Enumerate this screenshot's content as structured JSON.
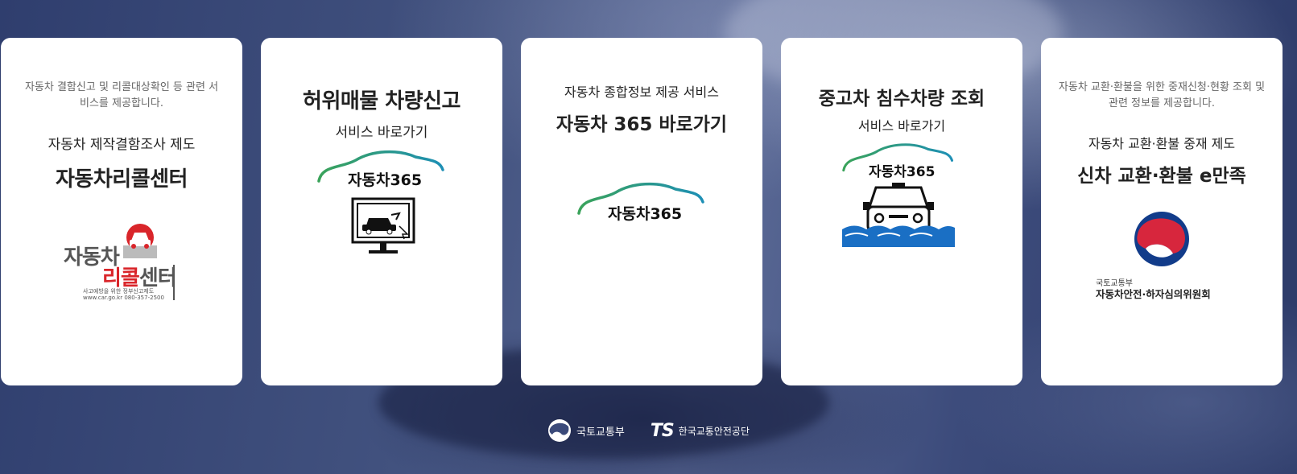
{
  "cards": [
    {
      "desc": "자동차 결함신고 및 리콜대상확인 등 관련 서비스를 제공합니다.",
      "sub": "자동차 제작결함조사 제도",
      "title": "자동차리콜센터",
      "logo": {
        "line1": "자동차",
        "line2": "리콜",
        "line3": "센터",
        "small1": "사고예방을 위한 정부신고제도",
        "small2": "www.car.go.kr  080-357-2500",
        "icon": "car-siren-icon"
      }
    },
    {
      "title": "허위매물 차량신고",
      "sub": "서비스 바로가기",
      "logo": {
        "text": "자동차365",
        "icon": "monitor-car-icon"
      }
    },
    {
      "sub": "자동차 종합정보 제공 서비스",
      "title": "자동차 365 바로가기",
      "logo": {
        "text": "자동차365"
      }
    },
    {
      "title": "중고차 침수차량 조회",
      "sub": "서비스 바로가기",
      "logo": {
        "text": "자동차365",
        "icon": "flooded-car-icon"
      }
    },
    {
      "desc": "자동차 교환·환불을 위한 중재신청·현황 조회 및 관련 정보를 제공합니다.",
      "sub": "자동차 교환·환불 중재 제도",
      "title": "신차 교환·환불 e만족",
      "logo": {
        "small": "국토교통부",
        "text": "자동차안전·하자심의위원회",
        "icon": "taegeuk-emblem-icon"
      }
    }
  ],
  "footer": {
    "molit": "국토교통부",
    "ts_mark": "TS",
    "ts_name": "한국교통안전공단"
  },
  "colors": {
    "background": "#3b4a7a",
    "card": "#ffffff",
    "recall_red": "#d9252a",
    "car365_teal": "#1d9aa8",
    "flood_blue": "#1a6fc4"
  }
}
